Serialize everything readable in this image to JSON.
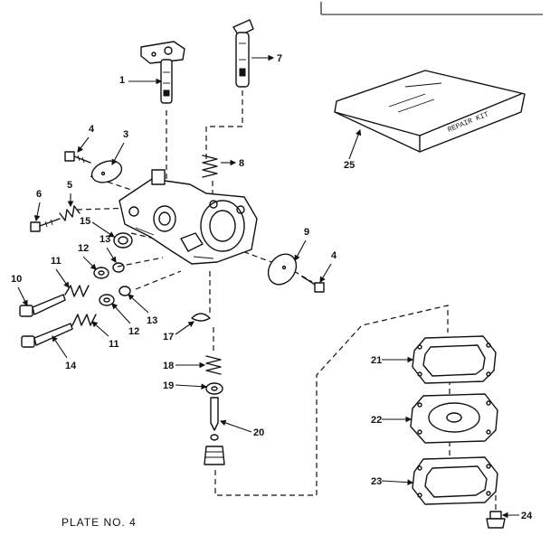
{
  "plate_label": "PLATE NO. 4",
  "kit_label": "REPAIR KIT",
  "parts": [
    {
      "id": "p1",
      "label": "1"
    },
    {
      "id": "p2",
      "label": "3"
    },
    {
      "id": "p3",
      "label": "4"
    },
    {
      "id": "p4",
      "label": "5"
    },
    {
      "id": "p5",
      "label": "6"
    },
    {
      "id": "p6",
      "label": "7"
    },
    {
      "id": "p7",
      "label": "8"
    },
    {
      "id": "p8",
      "label": "9"
    },
    {
      "id": "p9",
      "label": "4"
    },
    {
      "id": "p10",
      "label": "10"
    },
    {
      "id": "p11",
      "label": "11"
    },
    {
      "id": "p12",
      "label": "12"
    },
    {
      "id": "p13",
      "label": "13"
    },
    {
      "id": "p14",
      "label": "15"
    },
    {
      "id": "p15",
      "label": "11"
    },
    {
      "id": "p16",
      "label": "12"
    },
    {
      "id": "p17",
      "label": "13"
    },
    {
      "id": "p18",
      "label": "14"
    },
    {
      "id": "p19",
      "label": "17"
    },
    {
      "id": "p20",
      "label": "18"
    },
    {
      "id": "p21",
      "label": "19"
    },
    {
      "id": "p22",
      "label": "20"
    },
    {
      "id": "p23",
      "label": "21"
    },
    {
      "id": "p24",
      "label": "22"
    },
    {
      "id": "p25",
      "label": "23"
    },
    {
      "id": "p26",
      "label": "24"
    },
    {
      "id": "p27",
      "label": "25"
    }
  ]
}
